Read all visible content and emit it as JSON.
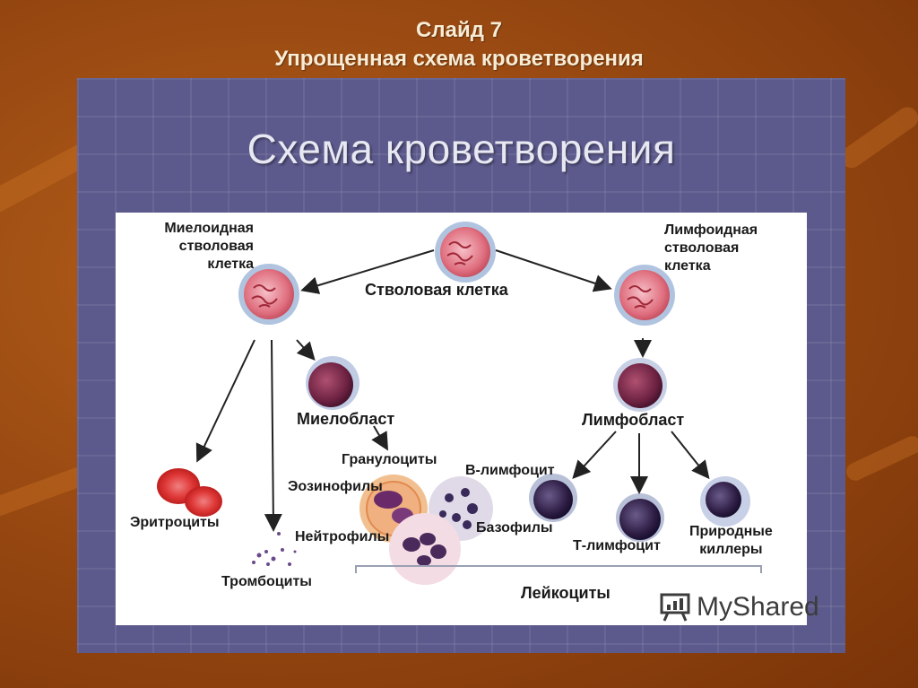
{
  "slide": {
    "number_label": "Слайд 7",
    "subtitle": "Упрощенная схема кроветворения"
  },
  "panel": {
    "title": "Схема кроветворения"
  },
  "diagram": {
    "stem_cell": "Стволовая клетка",
    "myeloid_stem_line1": "Миелоидная",
    "myeloid_stem_line2": "стволовая",
    "myeloid_stem_line3": "клетка",
    "lymphoid_stem_line1": "Лимфоидная",
    "lymphoid_stem_line2": "стволовая",
    "lymphoid_stem_line3": "клетка",
    "myeloblast": "Миелобласт",
    "lymphoblast": "Лимфобласт",
    "granulocytes": "Гранулоциты",
    "eosinophils": "Эозинофилы",
    "neutrophils": "Нейтрофилы",
    "basophils": "Базофилы",
    "erythrocytes": "Эритроциты",
    "thrombocytes": "Тромбоциты",
    "b_lymphocyte": "В-лимфоцит",
    "t_lymphocyte": "Т-лимфоцит",
    "nk_line1": "Природные",
    "nk_line2": "киллеры",
    "leukocytes": "Лейкоциты"
  },
  "watermark": {
    "text": "MyShared"
  },
  "colors": {
    "background": "#9a4a12",
    "panel": "#5c5a8c",
    "stem_cell": "#d65a6a",
    "blast": "#7a2a4a",
    "erythrocyte": "#d8262c",
    "lymphocyte": "#2a1a40"
  }
}
